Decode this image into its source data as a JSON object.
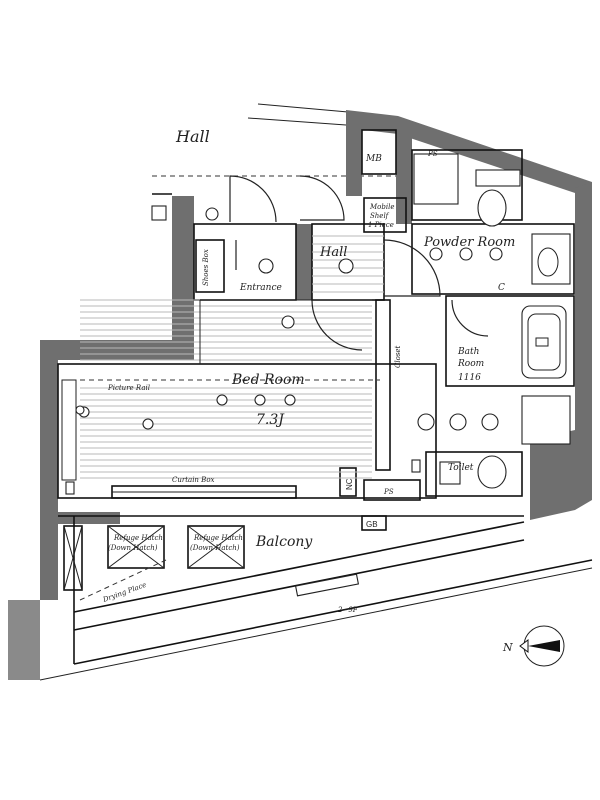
{
  "floorplan": {
    "labels": {
      "hall_outer": "Hall",
      "hall_inner": "Hall",
      "mb": "MB",
      "ps_top": "PS",
      "ps_bottom": "PS",
      "powder_room": "Powder Room",
      "bath_room": "Bath",
      "bath_room_line2": "Room",
      "bath_size": "1116",
      "entrance": "Entrance",
      "shoes_box": "Shoes Box",
      "mobile_shelf": "Mobile",
      "mobile_shelf_line2": "Shelf",
      "mobile_shelf_line3": "1 Piece",
      "bed_room": "Bed Room",
      "bed_room_size": "7.3J",
      "picture_rail": "Picture Rail",
      "curtain_box": "Curtain Box",
      "closet": "Closet",
      "toilet": "Toilet",
      "nc": "NC",
      "c": "C",
      "gb": "GB",
      "balcony": "Balcony",
      "drying_place": "Drying Place",
      "hatch_left": "Refuge Hatch",
      "hatch_left_sub": "(Down Hatch)",
      "hatch_right": "Refuge Hatch",
      "hatch_right_sub": "(Down Hatch)",
      "floor_range": "2~9F",
      "north": "N"
    }
  }
}
